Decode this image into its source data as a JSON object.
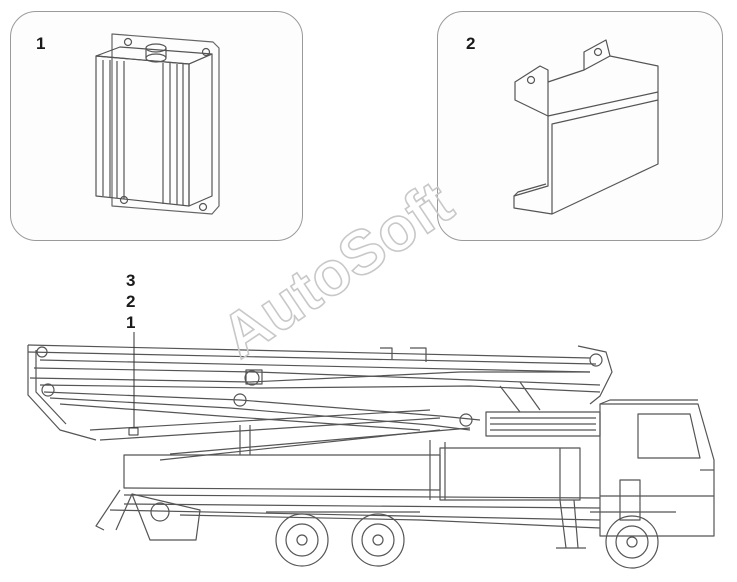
{
  "panels": [
    {
      "label": "1"
    },
    {
      "label": "2"
    }
  ],
  "callouts": [
    "3",
    "2",
    "1"
  ],
  "watermark": "AutoSoft"
}
